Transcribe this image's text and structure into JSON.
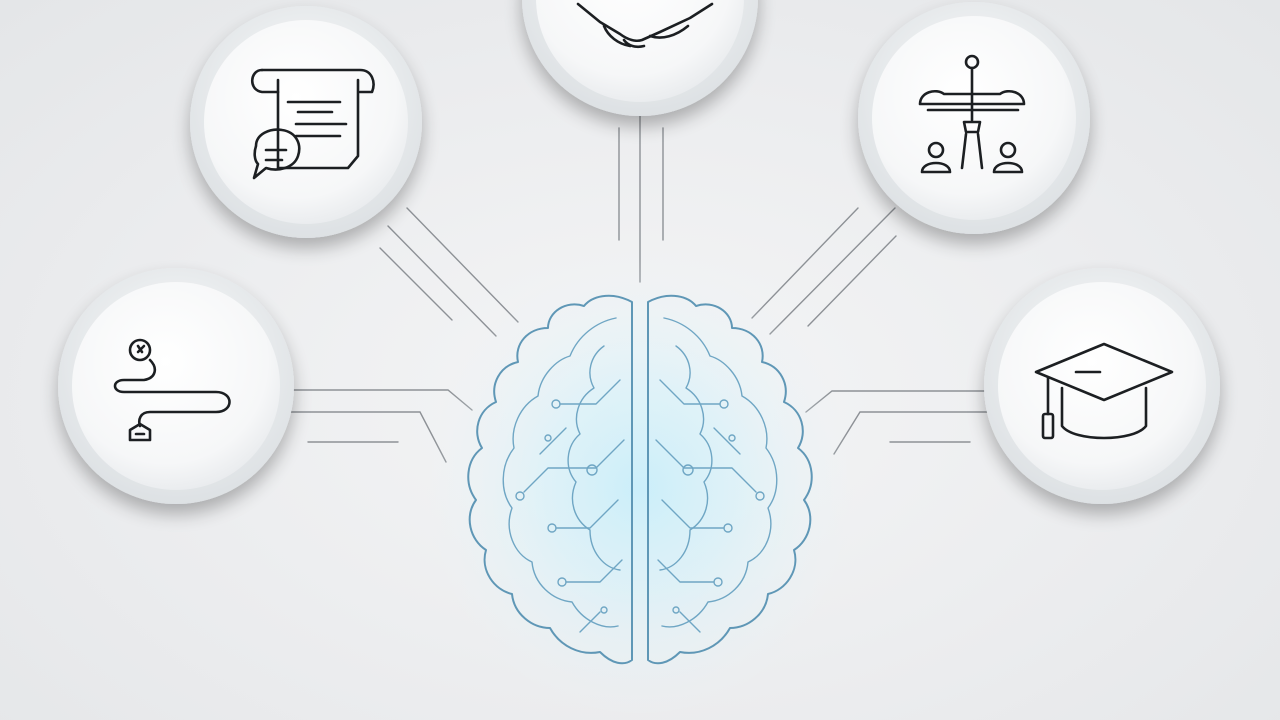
{
  "colors": {
    "background": "#ebecee",
    "node_fill": "#f7f8f9",
    "connector": "#8d9196",
    "icon": "#1c1f22",
    "brain_circuit": "#5f97b6",
    "brain_glow": "#bfe6f5"
  },
  "center": {
    "icon": "brain-circuit-icon"
  },
  "nodes": [
    {
      "id": "top-left",
      "icon": "scroll-document-icon"
    },
    {
      "id": "top-center",
      "icon": "handshake-icon"
    },
    {
      "id": "top-right",
      "icon": "justice-scale-icon"
    },
    {
      "id": "middle-left",
      "icon": "roadmap-path-icon"
    },
    {
      "id": "middle-right",
      "icon": "graduation-cap-icon"
    }
  ]
}
